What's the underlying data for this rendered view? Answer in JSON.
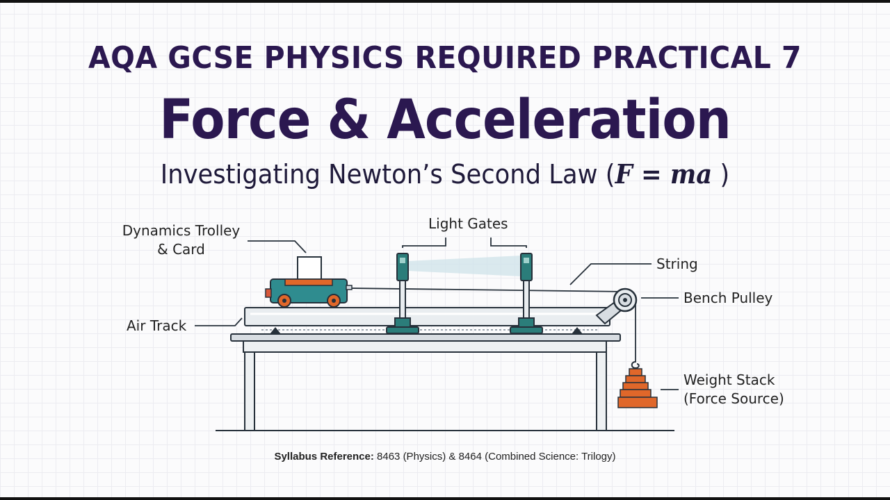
{
  "header": {
    "kicker": "AQA GCSE PHYSICS REQUIRED PRACTICAL 7",
    "title": "Force & Acceleration",
    "subtitle_prefix": "Investigating Newton’s Second Law (",
    "subtitle_formula": "F = ma",
    "subtitle_suffix": " )"
  },
  "labels": {
    "trolley_line1": "Dynamics Trolley",
    "trolley_line2": "& Card",
    "light_gates": "Light Gates",
    "string": "String",
    "bench_pulley": "Bench Pulley",
    "air_track": "Air Track",
    "weight_line1": "Weight Stack",
    "weight_line2": "(Force Source)"
  },
  "footer": {
    "syllabus_label": "Syllabus Reference:",
    "syllabus_text": " 8463 (Physics) & 8464 (Combined Science: Trilogy)"
  },
  "colors": {
    "title": "#2b1850",
    "trolley_body": "#2f8c8f",
    "trolley_stripe": "#e0672a",
    "weights": "#e0672a",
    "light_gate": "#2b7d7a",
    "track": "#e9edf0",
    "outline": "#26303a"
  },
  "icons": [
    "light-gate-icon",
    "pulley-icon",
    "weight-stack-icon",
    "trolley-icon"
  ]
}
